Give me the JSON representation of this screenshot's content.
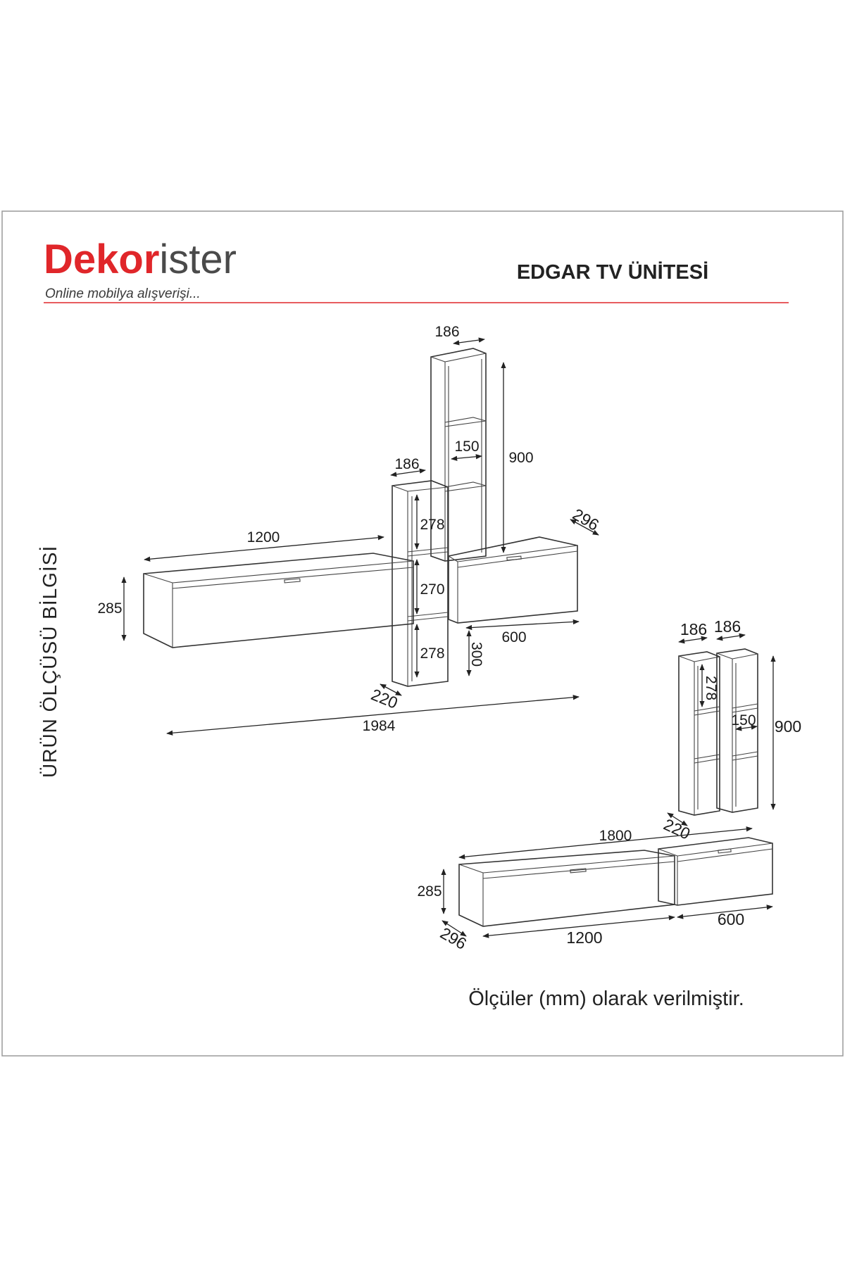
{
  "brand": {
    "name_red": "Dekor",
    "name_gray": "ister",
    "tagline": "Online mobilya alışverişi...",
    "color_red": "#e0262a",
    "color_gray": "#4a4a4a"
  },
  "title": "EDGAR TV ÜNİTESİ",
  "side_label": "ÜRÜN ÖLÇÜSÜ BİLGİSİ",
  "footer_note": "Ölçüler (mm) olarak verilmiştir.",
  "colors": {
    "frame": "#9a9a9a",
    "rule": "#e0262a",
    "line": "#333333"
  },
  "assembled_view": {
    "top_shelf_width": "186",
    "top_shelf_height": "900",
    "top_shelf_inner": "150",
    "mid_shelf_width": "186",
    "mid_shelf_top_gap": "278",
    "mid_shelf_mid_gap": "270",
    "mid_shelf_bottom_gap": "278",
    "mid_shelf_depth": "220",
    "large_cabinet_width": "1200",
    "large_cabinet_height": "285",
    "small_cabinet_depth": "296",
    "small_cabinet_width": "600",
    "small_cabinet_offset": "300",
    "total_width": "1984"
  },
  "separate_view": {
    "shelf_a_width": "186",
    "shelf_b_width": "186",
    "shelf_gap": "278",
    "shelf_inner": "150",
    "shelf_height": "900",
    "shelf_depth": "220",
    "total_width": "1800",
    "cabinet_height": "285",
    "cabinet_depth": "296",
    "large_cabinet_width": "1200",
    "small_cabinet_width": "600"
  }
}
